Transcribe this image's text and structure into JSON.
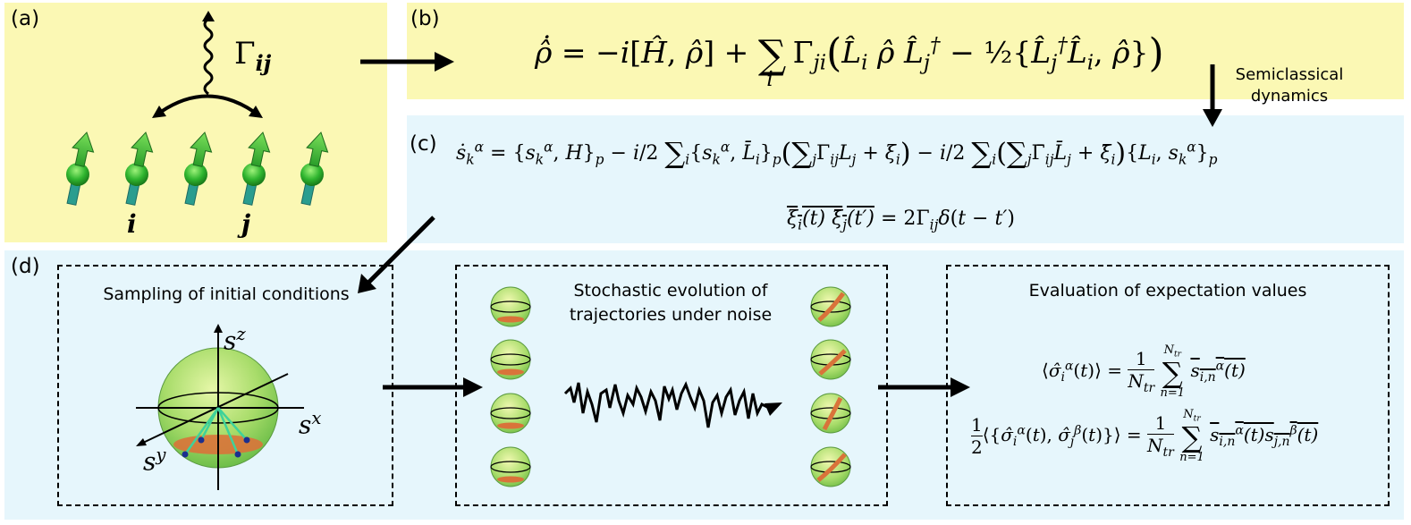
{
  "panels": {
    "a": {
      "label": "(a)",
      "gamma": "Γ",
      "gamma_sub": "ij",
      "site_i": "i",
      "site_j": "j"
    },
    "b": {
      "label": "(b)",
      "equation": "ρ̇ = −i[Ĥ, ρ̂] + Σᵢ Γⱼᵢ ( L̂ᵢ ρ̂ L̂ⱼ† − ½ { L̂ⱼ† L̂ᵢ, ρ̂ } )",
      "arrow_label": "Semiclassical dynamics"
    },
    "c": {
      "label": "(c)",
      "equation_line1": "ṡₖᵅ = {sₖᵅ, H}ₚ − (i/2) Σᵢ {sₖᵅ, L̄ᵢ}ₚ ( Σⱼ Γᵢⱼ Lⱼ + ξᵢ ) − (i/2) Σᵢ ( Σⱼ Γ̄ᵢⱼ L̄ⱼ + ξ̄ᵢ ) {Lᵢ, sₖᵅ}ₚ",
      "equation_line2": "ξᵢ(t) ξ̄ⱼ(t′) = 2 Γᵢⱼ δ(t − t′)"
    },
    "d": {
      "label": "(d)",
      "box1_title": "Sampling of initial conditions",
      "axis_z": "s",
      "axis_z_sup": "z",
      "axis_x": "s",
      "axis_x_sup": "x",
      "axis_y": "s",
      "axis_y_sup": "y",
      "box2_title_line1": "Stochastic evolution of",
      "box2_title_line2": "trajectories under noise",
      "box3_title": "Evaluation of expectation values",
      "expectation_eq1": "⟨σ̂ᵢᵅ(t)⟩ = (1/N_tr) Σₙ₌₁^N_tr s̄ᵢ,ₙᵅ(t)",
      "expectation_eq2": "½ ⟨{σ̂ᵢᵅ(t), σ̂ⱼᵝ(t)}⟩ = (1/N_tr) Σₙ₌₁^N_tr s̄ᵢ,ₙᵅ(t) sⱼ,ₙᵝ(t)"
    }
  },
  "colors": {
    "panel_yellow": "#fbf8b4",
    "panel_blue": "#e6f6fc",
    "spin_green": "#2fb52f",
    "spin_stem": "#2a9d8f",
    "sphere_green": "#a8dc6a",
    "cap_orange": "#d9733a",
    "arrow_black": "#000000"
  }
}
